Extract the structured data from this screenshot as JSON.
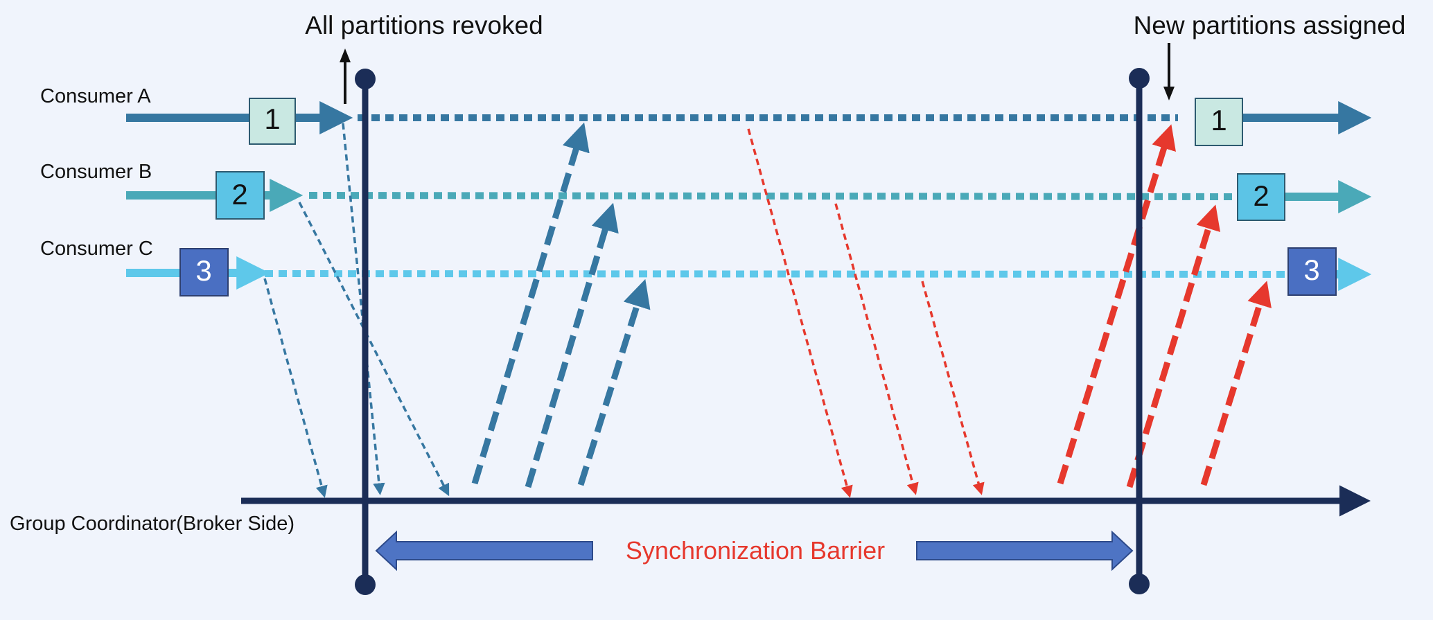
{
  "annotations": {
    "revoked": "All partitions revoked",
    "assigned": "New partitions assigned"
  },
  "consumers": [
    {
      "label": "Consumer A",
      "partition": "1",
      "line_color": "#3677a1",
      "box_fill": "#c9e8e2",
      "box_text": "#111111"
    },
    {
      "label": "Consumer B",
      "partition": "2",
      "line_color": "#4aa9b8",
      "box_fill": "#5cc4e6",
      "box_text": "#111111"
    },
    {
      "label": "Consumer C",
      "partition": "3",
      "line_color": "#5ec8ea",
      "box_fill": "#4a6fc2",
      "box_text": "#ffffff"
    }
  ],
  "coordinator": {
    "label": "Group Coordinator(Broker Side)",
    "color": "#1b2d57"
  },
  "barrier": {
    "label": "Synchronization Barrier",
    "label_color": "#e6382d",
    "arrow_fill": "#4e74c4"
  },
  "colors": {
    "barrier_line": "#1b2d57",
    "request_arrow": "#3677a1",
    "response_arrow": "#e6382d",
    "background": "#f0f4fc"
  }
}
